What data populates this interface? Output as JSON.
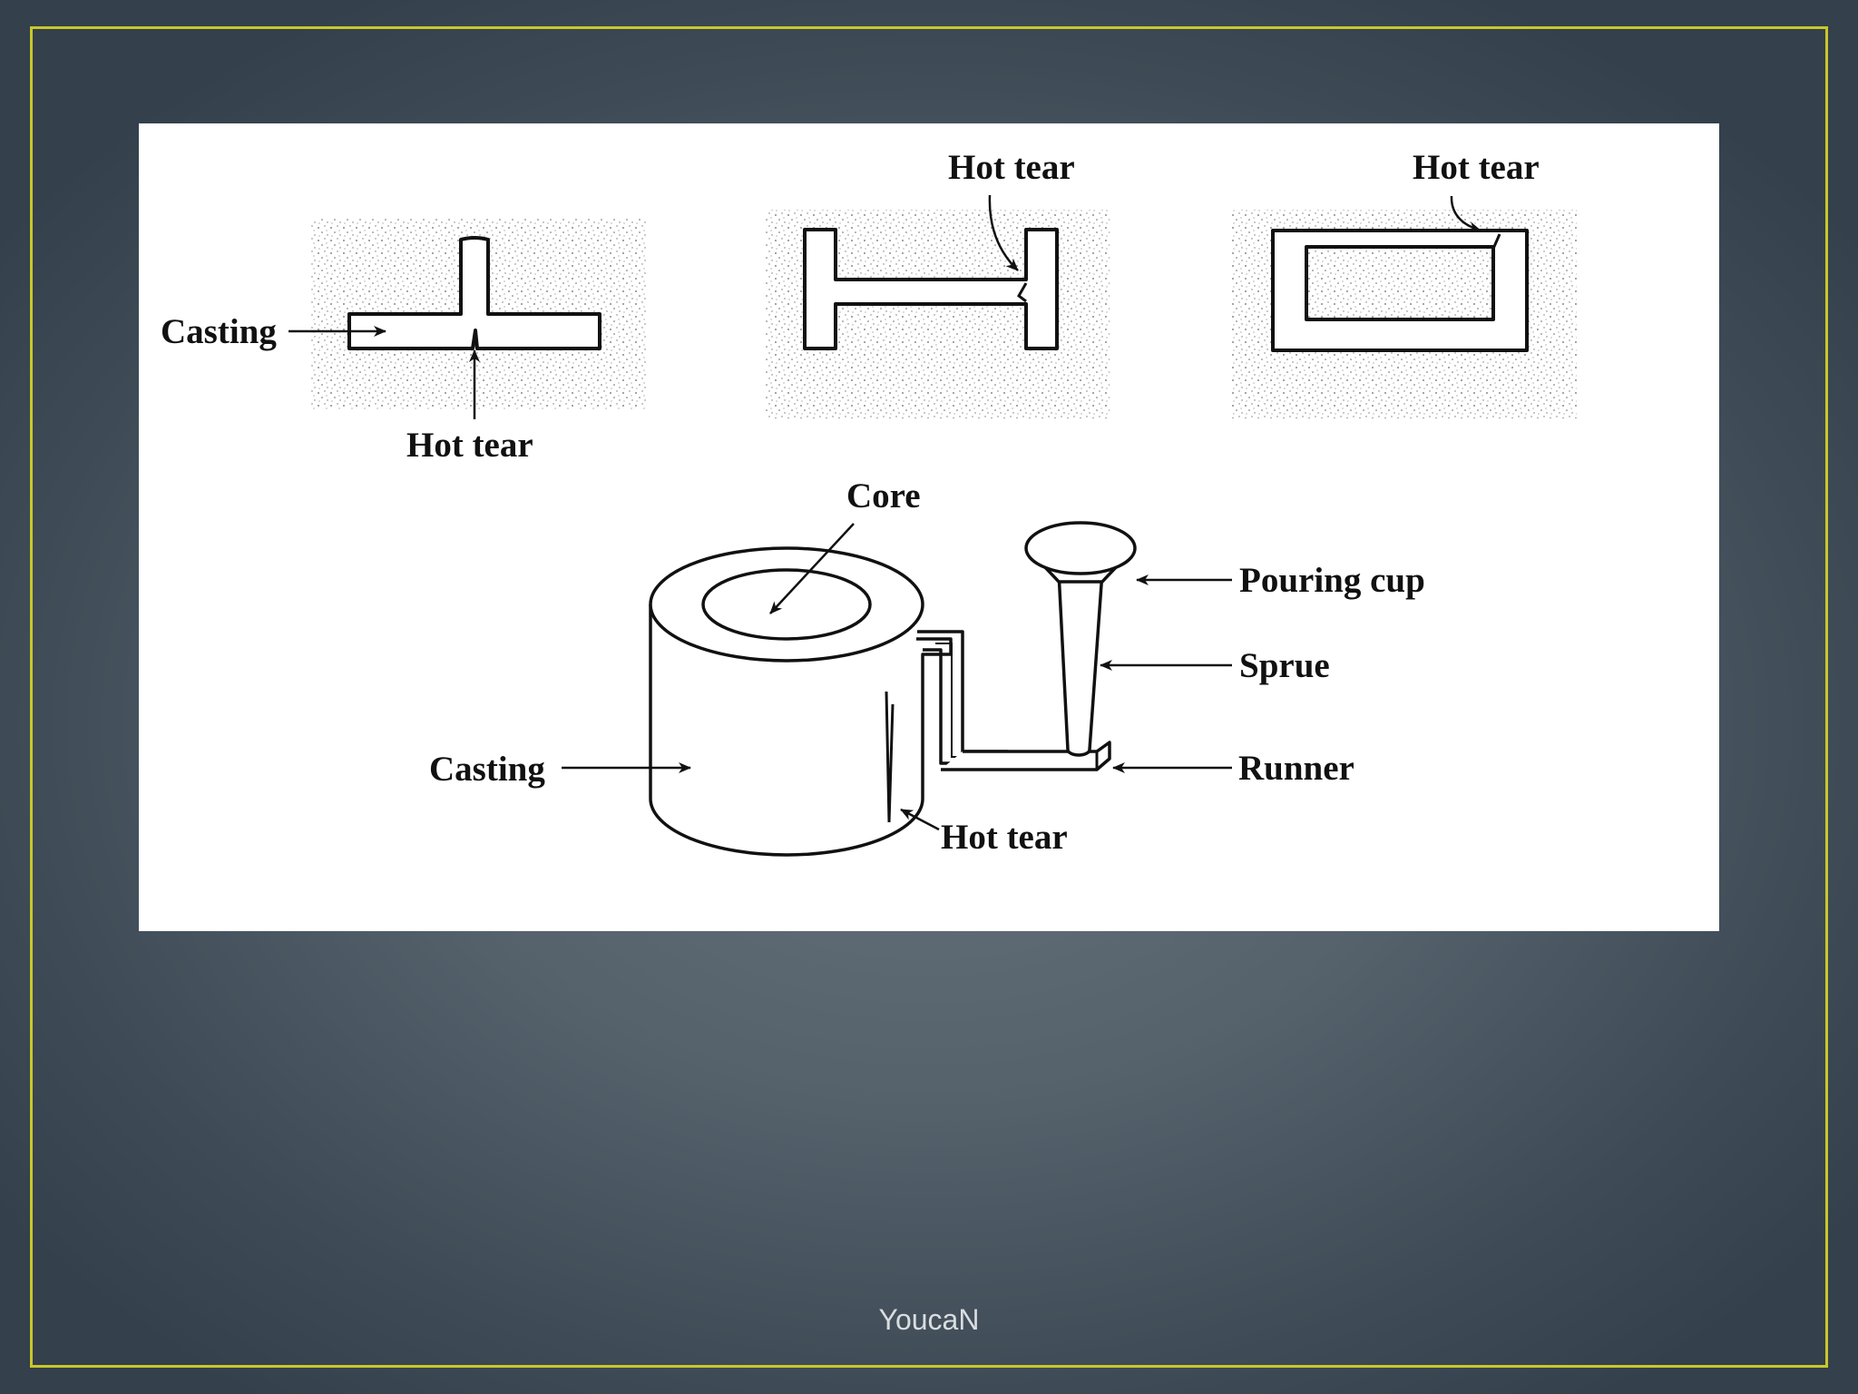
{
  "figure": {
    "panel_a": {
      "casting_label": "Casting",
      "hot_tear_label": "Hot tear"
    },
    "panel_b": {
      "hot_tear_label": "Hot tear"
    },
    "panel_c": {
      "hot_tear_label": "Hot tear"
    },
    "panel_d": {
      "core_label": "Core",
      "pouring_cup_label": "Pouring cup",
      "sprue_label": "Sprue",
      "runner_label": "Runner",
      "casting_label": "Casting",
      "hot_tear_label": "Hot tear"
    }
  },
  "footer": {
    "text": "YoucaN"
  },
  "colors": {
    "frame_border": "#c8c82a",
    "panel_background": "#ffffff",
    "ink": "#111111",
    "footer_text": "#d8dde0"
  }
}
